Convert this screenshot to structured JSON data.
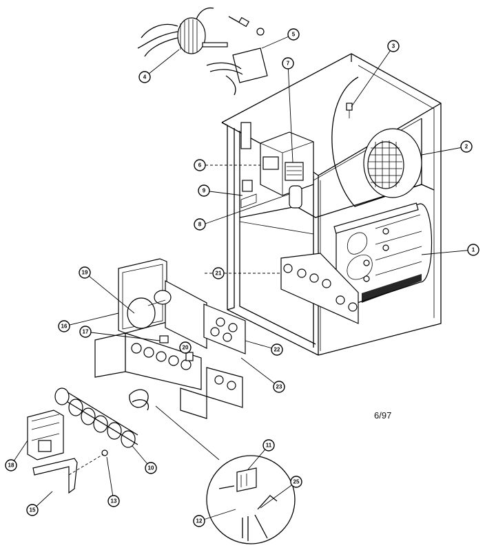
{
  "date_note": "6/97",
  "callouts": [
    "1",
    "2",
    "3",
    "4",
    "5",
    "6",
    "7",
    "8",
    "9",
    "10",
    "11",
    "12",
    "13",
    "15",
    "16",
    "17",
    "18",
    "19",
    "20",
    "21",
    "22",
    "23",
    "25"
  ]
}
